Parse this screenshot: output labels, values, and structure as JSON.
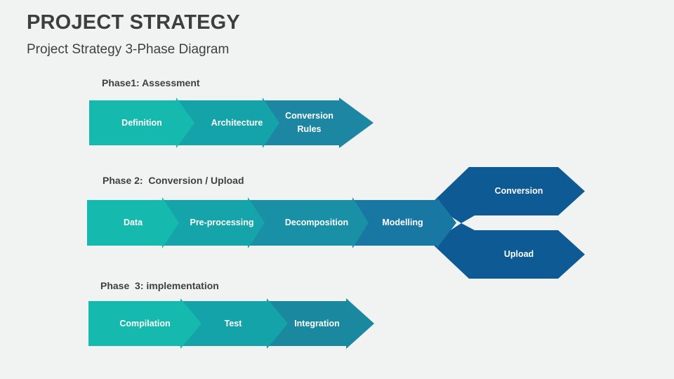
{
  "slide": {
    "title": "PROJECT STRATEGY",
    "subtitle": "Project Strategy 3-Phase Diagram",
    "background_color": "#F1F2F2",
    "title_color": "#3E3E3E"
  },
  "phases": [
    {
      "label": "Phase1: Assessment",
      "segments": [
        {
          "label": "Definition",
          "color": "#15B9AD"
        },
        {
          "label": "Architecture",
          "color": "#14A3A8"
        },
        {
          "label": "Conversion Rules",
          "color": "#1D86A3"
        }
      ]
    },
    {
      "label": "Phase 2:  Conversion / Upload",
      "segments": [
        {
          "label": "Data",
          "color": "#15B9AD"
        },
        {
          "label": "Pre-processing",
          "color": "#15A4A9"
        },
        {
          "label": "Decomposition",
          "color": "#1990A6"
        },
        {
          "label": "Modelling",
          "color": "#1878A3"
        }
      ],
      "branches": [
        {
          "label": "Conversion",
          "color": "#0E5A95"
        },
        {
          "label": "Upload",
          "color": "#0E5A95"
        }
      ]
    },
    {
      "label": "Phase  3: implementation",
      "segments": [
        {
          "label": "Compilation",
          "color": "#15B9AD"
        },
        {
          "label": "Test",
          "color": "#14A3A8"
        },
        {
          "label": "Integration",
          "color": "#1A89A0"
        }
      ]
    }
  ]
}
